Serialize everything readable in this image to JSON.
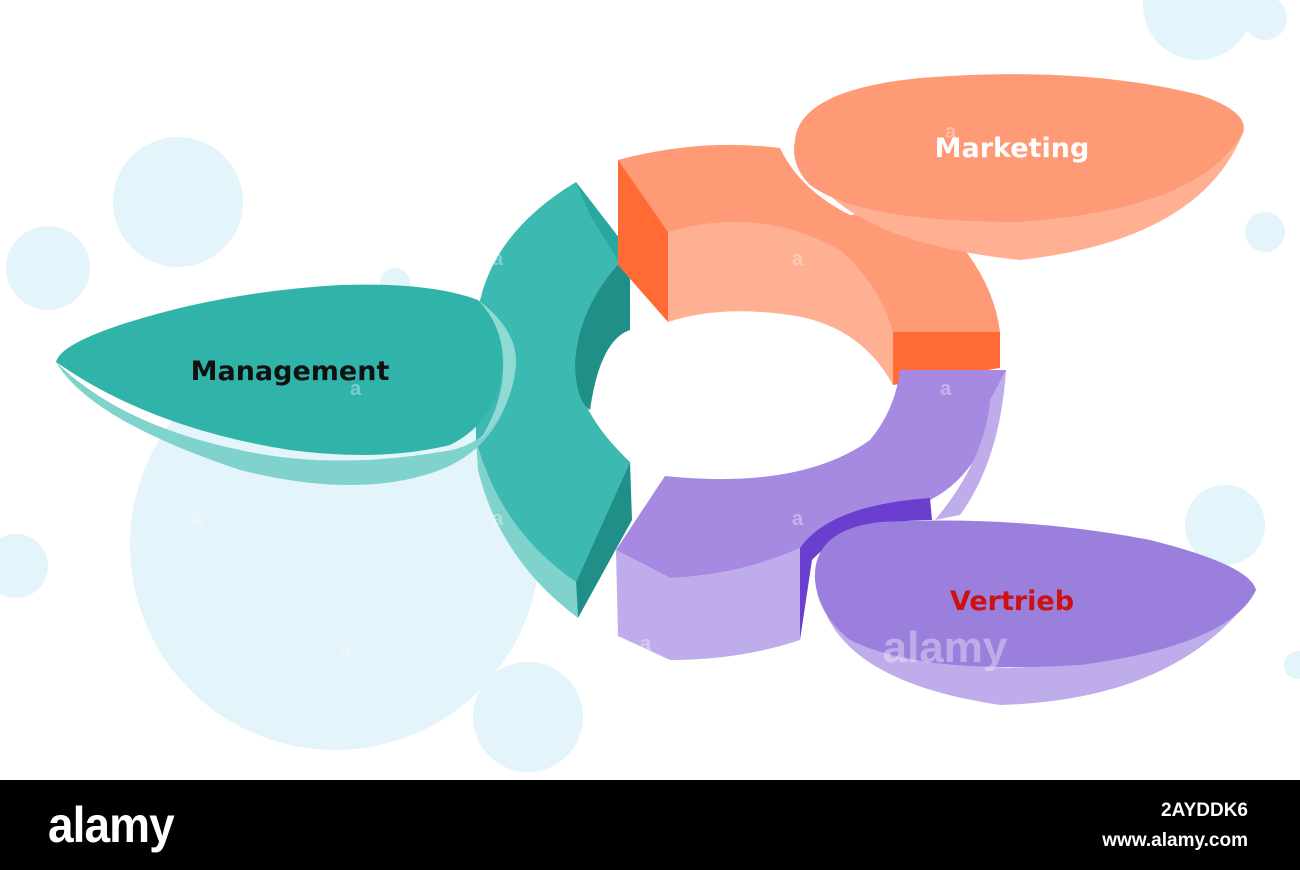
{
  "labels": {
    "management": "Management",
    "marketing": "Marketing",
    "vertrieb": "Vertrieb"
  },
  "watermark": {
    "text": "alamy",
    "mark": "a"
  },
  "footer": {
    "logo": "alamy",
    "image_id": "2AYDDK6",
    "url": "www.alamy.com"
  },
  "colors": {
    "teal": "#3cb9b0",
    "teal_dark": "#1f8f88",
    "teal_light": "#7fd3cc",
    "orange": "#ff9a76",
    "orange_dark": "#ff6a35",
    "orange_light": "#ffb093",
    "purple": "#a68ae2",
    "purple_dark": "#6a3fd0",
    "purple_light": "#bfaceb",
    "management_text": "#111111",
    "marketing_text": "#ffffff",
    "vertrieb_text": "#cc1111",
    "bubble": "#e3f4fa"
  }
}
